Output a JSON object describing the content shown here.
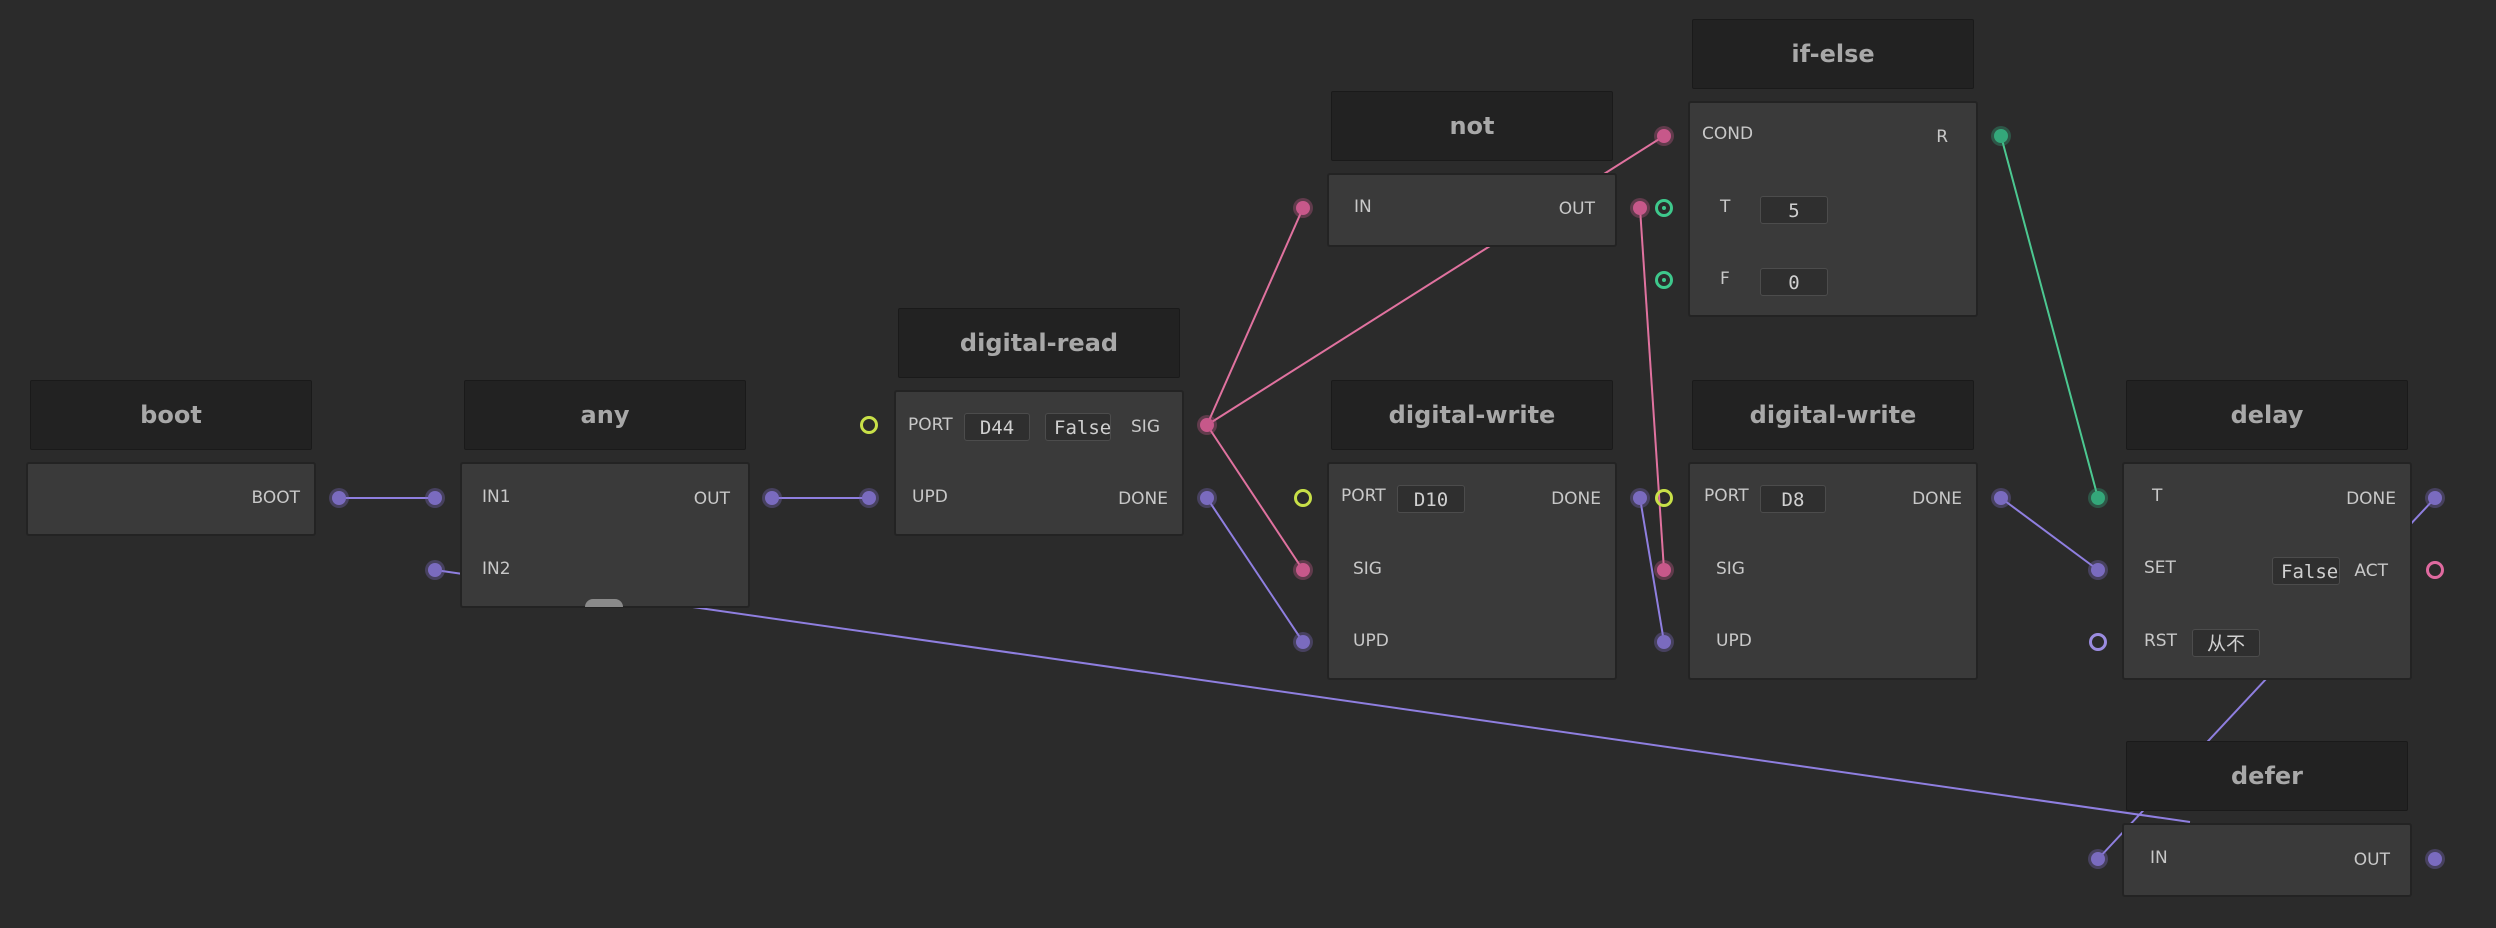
{
  "nodes": {
    "boot": {
      "title": "boot",
      "out_boot": "BOOT"
    },
    "any": {
      "title": "any",
      "in1": "IN1",
      "in2": "IN2",
      "out": "OUT"
    },
    "digital_read": {
      "title": "digital-read",
      "port": "PORT",
      "port_value": "D44",
      "sig_value": "False",
      "sig": "SIG",
      "upd": "UPD",
      "done": "DONE"
    },
    "not": {
      "title": "not",
      "in": "IN",
      "out": "OUT"
    },
    "if_else": {
      "title": "if-else",
      "cond": "COND",
      "r": "R",
      "t": "T",
      "t_value": "5",
      "f": "F",
      "f_value": "0"
    },
    "digital_write_1": {
      "title": "digital-write",
      "port": "PORT",
      "port_value": "D10",
      "done": "DONE",
      "sig": "SIG",
      "upd": "UPD"
    },
    "digital_write_2": {
      "title": "digital-write",
      "port": "PORT",
      "port_value": "D8",
      "done": "DONE",
      "sig": "SIG",
      "upd": "UPD"
    },
    "delay": {
      "title": "delay",
      "t": "T",
      "done": "DONE",
      "set": "SET",
      "set_value": "False",
      "act": "ACT",
      "rst": "RST",
      "rst_value": "从不"
    },
    "defer": {
      "title": "defer",
      "in": "IN",
      "out": "OUT"
    }
  },
  "colors": {
    "background": "#2b2b2b",
    "pulse_wire": "#8f7fe0",
    "boolean_wire": "#e0729f",
    "number_wire": "#4cc891",
    "port_pin": "#c8e048"
  }
}
